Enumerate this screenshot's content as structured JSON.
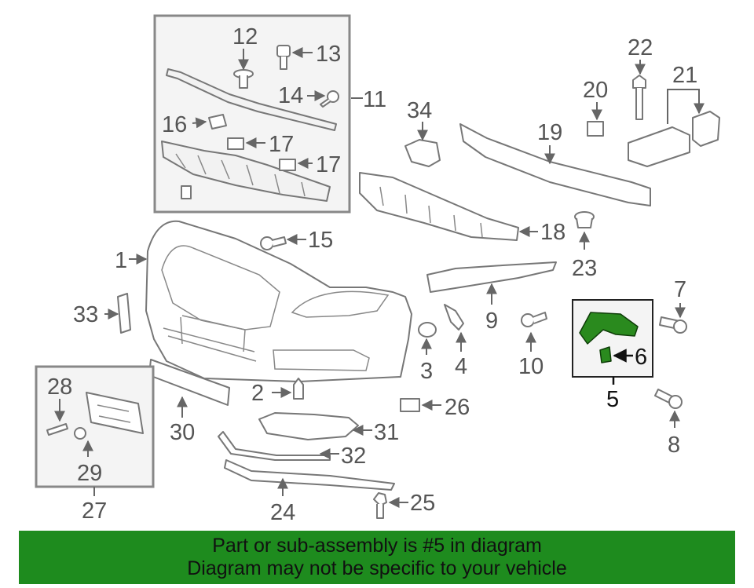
{
  "callouts": {
    "c1": "1",
    "c2": "2",
    "c3": "3",
    "c4": "4",
    "c5": "5",
    "c6": "6",
    "c7": "7",
    "c8": "8",
    "c9": "9",
    "c10": "10",
    "c11": "11",
    "c12": "12",
    "c13": "13",
    "c14": "14",
    "c15": "15",
    "c16": "16",
    "c17a": "17",
    "c17b": "17",
    "c18": "18",
    "c19": "19",
    "c20": "20",
    "c21": "21",
    "c22": "22",
    "c23": "23",
    "c24": "24",
    "c25": "25",
    "c26": "26",
    "c27": "27",
    "c28": "28",
    "c29": "29",
    "c30": "30",
    "c31": "31",
    "c32": "32",
    "c33": "33",
    "c34": "34"
  },
  "highlight": {
    "part_number": "5",
    "color": "#1e8b1e"
  },
  "banner": {
    "line1": "Part or sub-assembly is #5 in diagram",
    "line2": "Diagram may not be specific to your vehicle"
  }
}
